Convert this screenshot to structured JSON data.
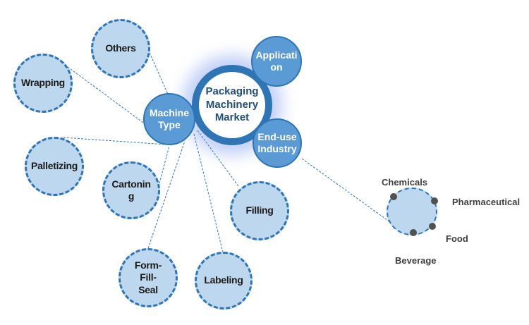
{
  "diagram": {
    "center": {
      "label": "Packaging Machinery Market"
    },
    "hubs": [
      {
        "id": "machine-type",
        "label": "Machine Type"
      },
      {
        "id": "application",
        "label": "Application"
      },
      {
        "id": "end-use-industry",
        "label": "End-use Industry"
      }
    ],
    "machine_types": [
      {
        "label": "Others"
      },
      {
        "label": "Wrapping"
      },
      {
        "label": "Palletizing"
      },
      {
        "label": "Cartoning"
      },
      {
        "label": "Form-Fill-Seal"
      },
      {
        "label": "Labeling"
      },
      {
        "label": "Filling"
      }
    ],
    "end_use_industries": [
      {
        "label": "Chemicals"
      },
      {
        "label": "Pharmaceutical"
      },
      {
        "label": "Food"
      },
      {
        "label": "Beverage"
      }
    ],
    "colors": {
      "leaf_fill": "#bdd7ee",
      "leaf_border": "#2e75b6",
      "hub_fill": "#5b9bd5",
      "center_border": "#2e75b6",
      "center_text": "#1f4e79"
    }
  }
}
